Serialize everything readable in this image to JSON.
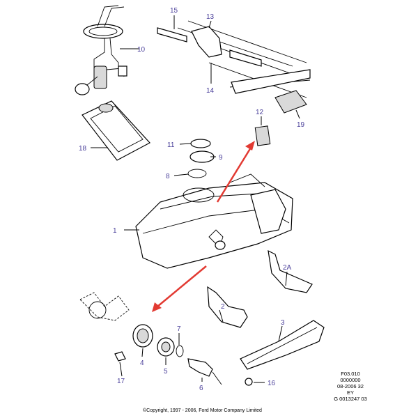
{
  "callouts": [
    "1",
    "2",
    "2A",
    "3",
    "4",
    "5",
    "6",
    "7",
    "8",
    "9",
    "10",
    "11",
    "12",
    "13",
    "14",
    "15",
    "16",
    "17",
    "18",
    "19"
  ],
  "codes": [
    "F03.010",
    "0000000",
    "08-2006 32",
    "EY",
    "G 0013247 03"
  ],
  "copyright": "©Copyright, 1997 - 2006, Ford Motor Company Limited",
  "colors": {
    "callout": "#4a3f9a",
    "arrow": "#e23a32",
    "line": "#000000"
  }
}
